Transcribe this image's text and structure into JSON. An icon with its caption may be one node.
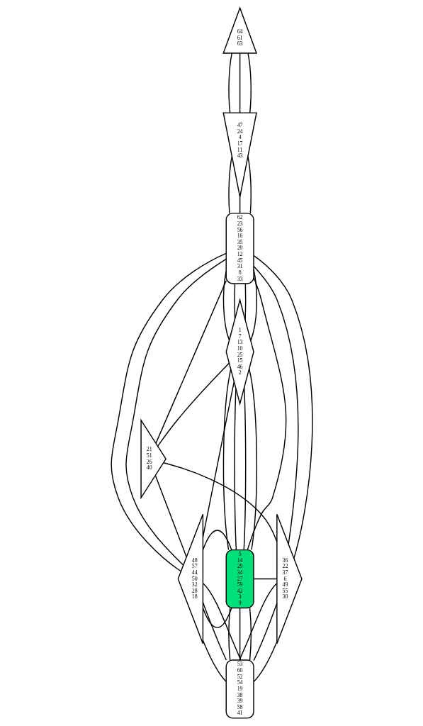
{
  "diagram": {
    "nodes": [
      {
        "text": [
          "64",
          "61",
          "63"
        ]
      },
      {
        "text": [
          "47",
          "24",
          "4",
          "17",
          "11",
          "43"
        ]
      },
      {
        "text": [
          "62",
          "23",
          "56",
          "16",
          "35",
          "20",
          "12",
          "45",
          "31",
          "8",
          "33"
        ]
      },
      {
        "text": [
          "1",
          "7",
          "13",
          "10",
          "25",
          "15",
          "46",
          "2"
        ]
      },
      {
        "text": [
          "21",
          "51",
          "26",
          "40"
        ]
      },
      {
        "text": [
          "48",
          "57",
          "44",
          "50",
          "32",
          "28",
          "18"
        ]
      },
      {
        "text": [
          "5",
          "14",
          "29",
          "34",
          "27",
          "59",
          "42",
          "3",
          "9"
        ]
      },
      {
        "text": [
          "36",
          "22",
          "37",
          "6",
          "49",
          "55",
          "30"
        ]
      },
      {
        "text": [
          "53",
          "60",
          "52",
          "54",
          "19",
          "38",
          "39",
          "58",
          "41"
        ]
      }
    ],
    "edges": [
      {
        "from": 0,
        "to": 1,
        "arrow": "none"
      },
      {
        "from": 0,
        "to": 1,
        "arrow": "none"
      },
      {
        "from": 0,
        "to": 1,
        "arrow": "none"
      },
      {
        "from": 1,
        "to": 2,
        "arrow": "none"
      },
      {
        "from": 1,
        "to": 2,
        "arrow": "none"
      },
      {
        "from": 1,
        "to": 2,
        "arrow": "none"
      },
      {
        "from": 2,
        "to": 3,
        "arrow": "none"
      },
      {
        "from": 2,
        "to": 3,
        "arrow": "none"
      },
      {
        "from": 2,
        "to": 3,
        "arrow": "none"
      },
      {
        "from": 2,
        "to": 3,
        "arrow": "none"
      },
      {
        "from": 2,
        "to": 5,
        "arrow": "none"
      },
      {
        "from": 2,
        "to": 5,
        "arrow": "none"
      },
      {
        "from": 2,
        "to": 6,
        "arrow": "none"
      },
      {
        "from": 2,
        "to": 4,
        "arrow": "none"
      },
      {
        "from": 2,
        "to": 7,
        "arrow": "none"
      },
      {
        "from": 2,
        "to": 7,
        "arrow": "none"
      },
      {
        "from": 3,
        "to": 6,
        "arrow": "none"
      },
      {
        "from": 3,
        "to": 6,
        "arrow": "none"
      },
      {
        "from": 3,
        "to": 6,
        "arrow": "none"
      },
      {
        "from": 3,
        "to": 4,
        "arrow": "none"
      },
      {
        "from": 3,
        "to": 5,
        "arrow": "none"
      },
      {
        "from": 3,
        "to": 6,
        "arrow": "none"
      },
      {
        "from": 4,
        "to": 5,
        "arrow": "none"
      },
      {
        "from": 4,
        "to": 7,
        "arrow": "none"
      },
      {
        "from": 5,
        "to": 6,
        "arrow": "none"
      },
      {
        "from": 5,
        "to": 6,
        "arrow": "none"
      },
      {
        "from": 6,
        "to": 7,
        "arrow": "none"
      },
      {
        "from": 5,
        "to": 8,
        "arrow": "none"
      },
      {
        "from": 5,
        "to": 8,
        "arrow": "none"
      },
      {
        "from": 5,
        "to": 8,
        "arrow": "none"
      },
      {
        "from": 6,
        "to": 8,
        "arrow": "none"
      },
      {
        "from": 6,
        "to": 8,
        "arrow": "none"
      },
      {
        "from": 6,
        "to": 8,
        "arrow": "none"
      },
      {
        "from": 7,
        "to": 8,
        "arrow": "none"
      },
      {
        "from": 7,
        "to": 8,
        "arrow": "none"
      },
      {
        "from": 7,
        "to": 8,
        "arrow": "none"
      }
    ]
  }
}
